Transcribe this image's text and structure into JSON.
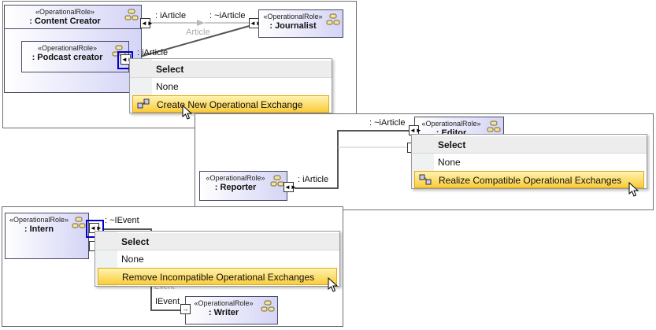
{
  "stereotype": "«OperationalRole»",
  "scene1": {
    "roles": {
      "content_creator": ": Content Creator",
      "podcast_creator": ": Podcast creator",
      "journalist": ": Journalist"
    },
    "labels": {
      "iarticle_out": ": iArticle",
      "iarticle_in": ": ~iArticle",
      "article": "Article",
      "iarticle_inner": ": iArticle"
    },
    "menu": {
      "header": "Select",
      "none": "None",
      "action": "Create New Operational Exchange"
    }
  },
  "scene2": {
    "roles": {
      "editor": ": Editor",
      "reporter": ": Reporter"
    },
    "labels": {
      "iarticle_in": ": ~iArticle",
      "iarticle_out": ": iArticle"
    },
    "menu": {
      "header": "Select",
      "none": "None",
      "action": "Realize Compatible Operational Exchanges"
    }
  },
  "scene3": {
    "roles": {
      "intern": ": Intern",
      "writer": ": Writer"
    },
    "labels": {
      "ievent_in": ": ~IEvent",
      "event": "Event",
      "ievent": "IEvent"
    },
    "menu": {
      "header": "Select",
      "none": "None",
      "action": "Remove Incompatible Operational Exchanges"
    }
  },
  "colors": {
    "role_fill": "#d4d4f6",
    "highlight": "#f9cc3c",
    "selection": "#0000cc"
  },
  "icons": [
    "operational-role-icon",
    "port-arrows-icon",
    "exchange-icon",
    "mouse-cursor-icon"
  ]
}
